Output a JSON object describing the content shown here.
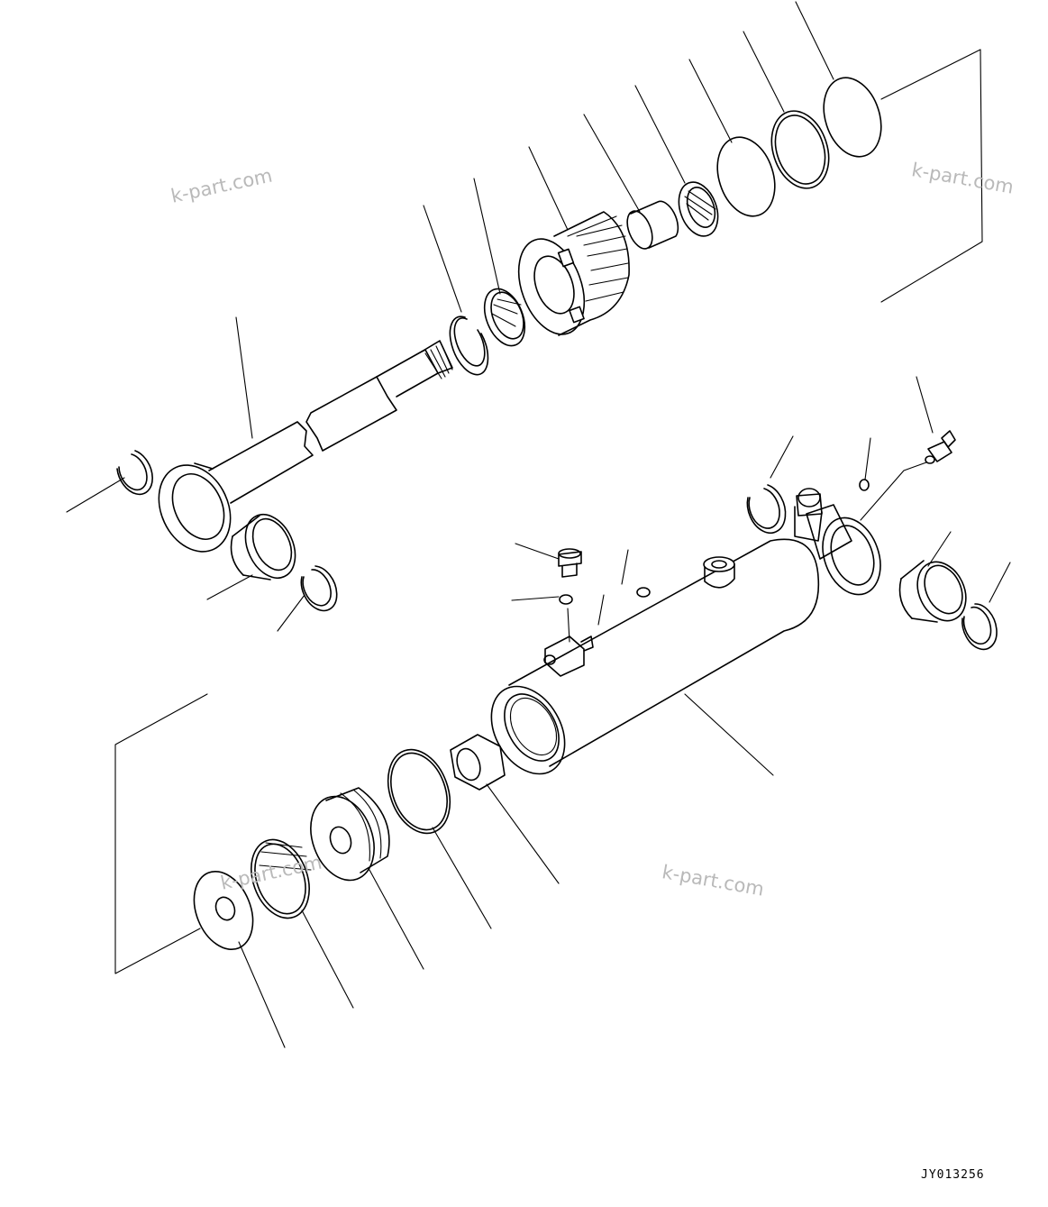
{
  "watermarks": [
    "k-part.com",
    "k-part.com",
    "k-part.com",
    "k-part.com"
  ],
  "drawing_code": "JY013256"
}
